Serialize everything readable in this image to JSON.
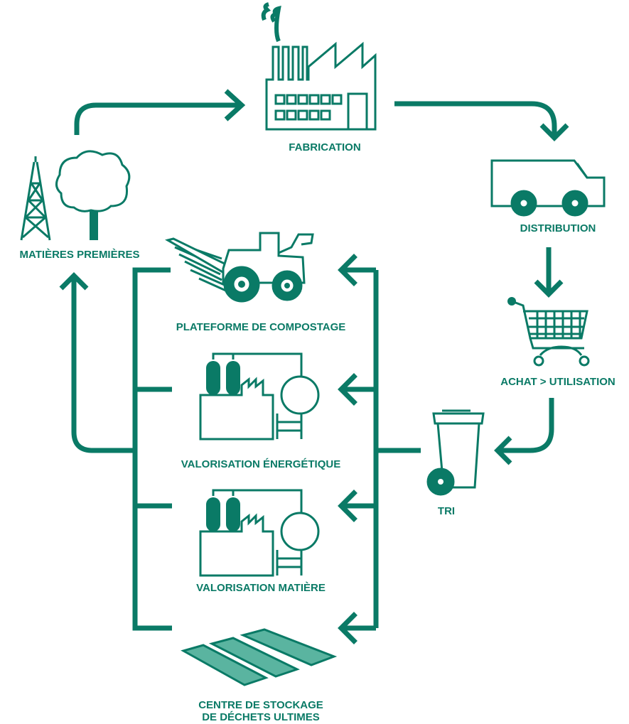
{
  "colors": {
    "primary": "#0a7a66",
    "light": "#5ab4a0",
    "white": "#ffffff"
  },
  "labels": {
    "fabrication": "FABRICATION",
    "distribution": "DISTRIBUTION",
    "achat": "ACHAT > UTILISATION",
    "tri": "TRI",
    "matieres": "MATIÈRES PREMIÈRES",
    "compostage": "PLATEFORME DE COMPOSTAGE",
    "energetique": "VALORISATION ÉNERGÉTIQUE",
    "matiere": "VALORISATION MATIÈRE",
    "stockage_line1": "CENTRE DE STOCKAGE",
    "stockage_line2": "DE DÉCHETS ULTIMES"
  },
  "icons": {
    "fabrication": "factory-icon",
    "distribution": "truck-icon",
    "achat": "shopping-cart-icon",
    "tri": "wheelie-bin-icon",
    "matieres": "tree-and-pylon-icon",
    "compostage": "tractor-icon",
    "energetique": "energy-plant-icon",
    "matiere": "recycling-plant-icon",
    "stockage": "landfill-cells-icon"
  }
}
